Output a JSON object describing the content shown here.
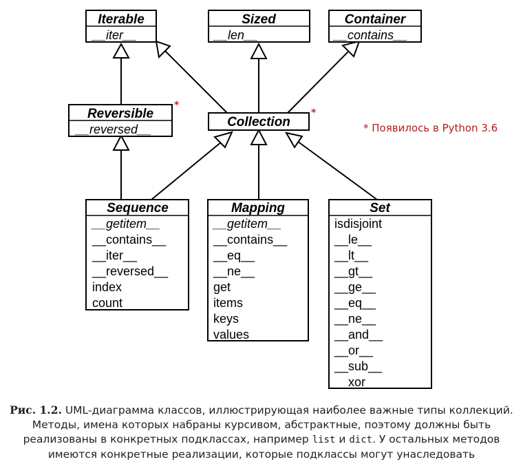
{
  "classes": {
    "iterable": {
      "name": "Iterable",
      "methods": [
        "__iter__"
      ]
    },
    "sized": {
      "name": "Sized",
      "methods": [
        "__len__"
      ]
    },
    "container": {
      "name": "Container",
      "methods": [
        "__contains__"
      ]
    },
    "reversible": {
      "name": "Reversible",
      "methods": [
        "__reversed__"
      ],
      "star": "*"
    },
    "collection": {
      "name": "Collection",
      "methods": [],
      "star": "*"
    },
    "sequence": {
      "name": "Sequence",
      "methods": [
        "__getitem__",
        "__contains__",
        "__iter__",
        "__reversed__",
        "index",
        "count"
      ]
    },
    "mapping": {
      "name": "Mapping",
      "methods": [
        "__getitem__",
        "__contains__",
        "__eq__",
        "__ne__",
        "get",
        "items",
        "keys",
        "values"
      ]
    },
    "set": {
      "name": "Set",
      "methods": [
        "isdisjoint",
        "__le__",
        "__lt__",
        "__gt__",
        "__ge__",
        "__eq__",
        "__ne__",
        "__and__",
        "__or__",
        "__sub__",
        "__xor__"
      ]
    }
  },
  "note": "* Появилось в Python 3.6",
  "caption": {
    "label": "Рис. 1.2.",
    "text_1": " UML-диаграмма классов, иллюстрирующая наиболее важные типы коллекций. Методы, имена которых набраны курсивом, абстрактные, поэтому должны быть реализованы в конкретных подклассах, например ",
    "code_1": "list",
    "text_2": " и ",
    "code_2": "dict",
    "text_3": ". У остальных методов имеются конкретные реализации, которые подклассы могут унаследовать"
  }
}
